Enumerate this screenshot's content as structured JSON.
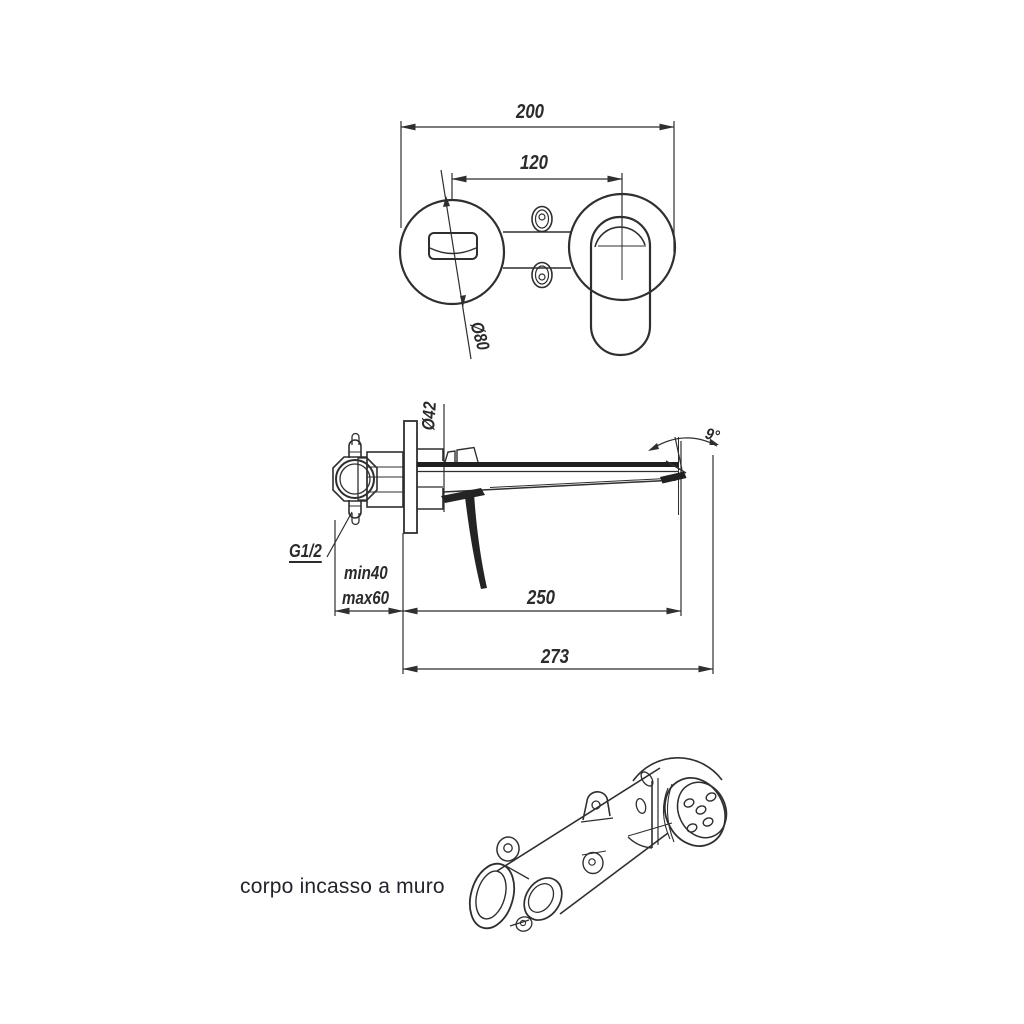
{
  "page": {
    "background": "#ffffff",
    "line_color": "#2f2f2f"
  },
  "labels": {
    "dim_200": "200",
    "dim_120": "120",
    "dia_80": "Ø80",
    "dia_42": "Ø42",
    "angle_9": "9°",
    "thread": "G1/2",
    "depth_min": "min40",
    "depth_max": "max60",
    "dim_250": "250",
    "dim_273": "273",
    "caption": "corpo incasso a muro"
  }
}
